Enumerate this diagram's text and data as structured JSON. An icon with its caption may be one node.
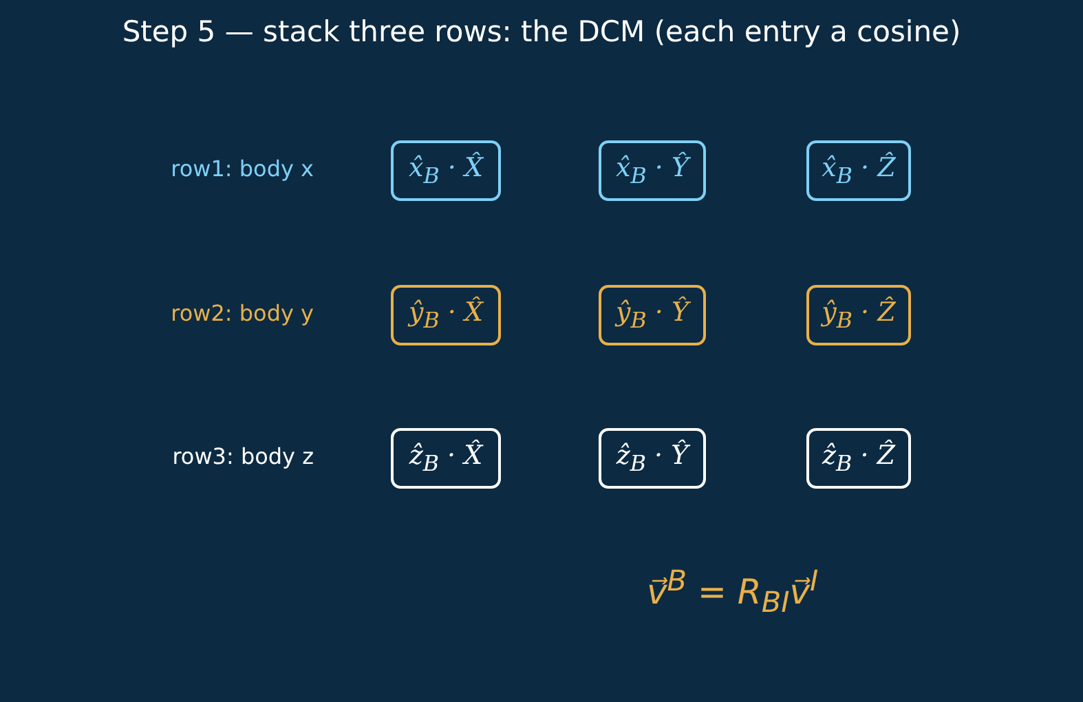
{
  "diagram": {
    "title": "Step 5 — stack three rows: the DCM (each entry a cosine)",
    "nodes": [
      {
        "text": [
          "x̂$_{B}$ · X̂"
        ]
      },
      {
        "text": [
          "x̂$_{B}$ · Ŷ"
        ]
      },
      {
        "text": [
          "x̂$_{B}$ · Ẑ"
        ]
      },
      {
        "text": [
          "ŷ$_{B}$ · X̂"
        ]
      },
      {
        "text": [
          "ŷ$_{B}$ · Ŷ"
        ]
      },
      {
        "text": [
          "ŷ$_{B}$ · Ẑ"
        ]
      },
      {
        "text": [
          "ẑ$_{B}$ · X̂"
        ]
      },
      {
        "text": [
          "ẑ$_{B}$ · Ŷ"
        ]
      },
      {
        "text": [
          "ẑ$_{B}$ · Ẑ"
        ]
      }
    ],
    "labels": [
      "row1: body x",
      "row2: body y",
      "row3: body z",
      "v⃗$^{B}$ = R$_{BI}$v⃗$^{I}$"
    ]
  }
}
